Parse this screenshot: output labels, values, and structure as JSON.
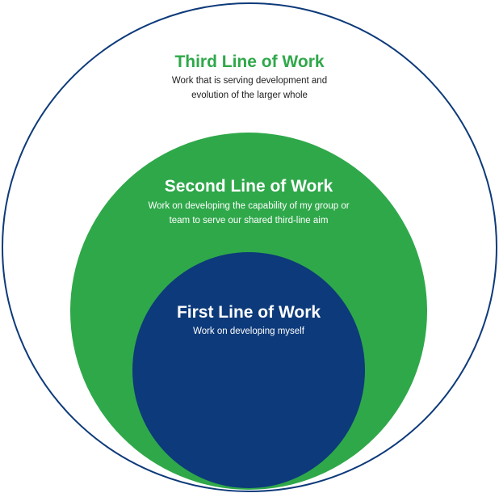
{
  "colors": {
    "outer_stroke": "#0d3a7a",
    "outer_fill": "#ffffff",
    "middle_fill": "#2fa84a",
    "inner_fill": "#0d3a7a",
    "third_title": "#2fa84a",
    "third_desc": "#222222",
    "inner_text": "#ffffff"
  },
  "third_line": {
    "title": "Third Line of Work",
    "desc_line1": "Work that is serving development and",
    "desc_line2": "evolution of the larger whole"
  },
  "second_line": {
    "title": "Second Line of Work",
    "desc_line1": "Work on developing the capability of my group or",
    "desc_line2": "team to serve our shared third-line aim"
  },
  "first_line": {
    "title": "First Line of Work",
    "desc_line1": "Work on developing myself"
  }
}
